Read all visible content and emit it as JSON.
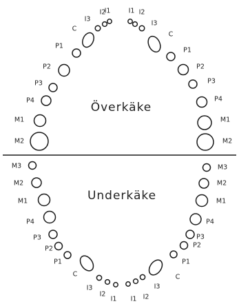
{
  "upper_jaw": {
    "label": "Överkäke",
    "left": [
      "I1",
      "I2",
      "I3",
      "C",
      "P1",
      "P2",
      "P3",
      "P4",
      "M1",
      "M2"
    ],
    "right": [
      "I1",
      "I2",
      "I3",
      "C",
      "P1",
      "P2",
      "P3",
      "P4",
      "M1",
      "M2"
    ]
  },
  "lower_jaw": {
    "label": "Underkäke",
    "left": [
      "M3",
      "M2",
      "M1",
      "P4",
      "P3",
      "P2",
      "P1",
      "C",
      "I3",
      "I2",
      "I1"
    ],
    "right": [
      "M3",
      "M2",
      "M1",
      "P4",
      "P3",
      "P2",
      "P1",
      "C",
      "I3",
      "I2",
      "I1"
    ]
  }
}
